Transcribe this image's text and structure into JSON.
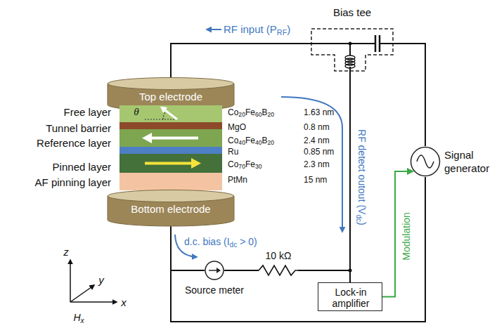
{
  "diagram": {
    "nodes": [
      {
        "text": [
          "Top electrode"
        ]
      },
      {
        "text": [
          "Free layer",
          "Co20Fe60B20",
          "1.63 nm"
        ]
      },
      {
        "text": [
          "Tunnel barrier",
          "MgO",
          "0.8 nm"
        ]
      },
      {
        "text": [
          "Reference layer",
          "Co40Fe40B20",
          "2.4 nm"
        ]
      },
      {
        "text": [
          "Ru",
          "0.85 nm"
        ]
      },
      {
        "text": [
          "Pinned layer",
          "Co70Fe30",
          "2.3 nm"
        ]
      },
      {
        "text": [
          "AF pinning layer",
          "PtMn",
          "15 nm"
        ]
      },
      {
        "text": [
          "Bottom electrode"
        ]
      },
      {
        "text": [
          "Bias tee"
        ]
      },
      {
        "text": [
          "Signal generator"
        ]
      },
      {
        "text": [
          "Source meter"
        ]
      },
      {
        "text": [
          "Lock-in amplifier"
        ]
      }
    ],
    "edges": [
      {
        "from": 0,
        "to": 8,
        "arrow": "none"
      },
      {
        "from": 8,
        "to": 9,
        "arrow": "none"
      },
      {
        "from": 7,
        "to": 10,
        "arrow": "none"
      },
      {
        "from": 10,
        "to": 11,
        "arrow": "none"
      },
      {
        "from": 8,
        "to": 11,
        "arrow": "none"
      },
      {
        "from": 11,
        "to": 9,
        "arrow": "to",
        "label": "Modulation"
      },
      {
        "from": 7,
        "to": 9,
        "arrow": "none"
      }
    ],
    "labels": [
      "θ",
      "RF input (PRF)",
      "RF detect outout (Vdc)",
      "d.c. bias (Idc > 0)",
      "10 kΩ",
      "z",
      "y",
      "x",
      "Hx"
    ]
  }
}
